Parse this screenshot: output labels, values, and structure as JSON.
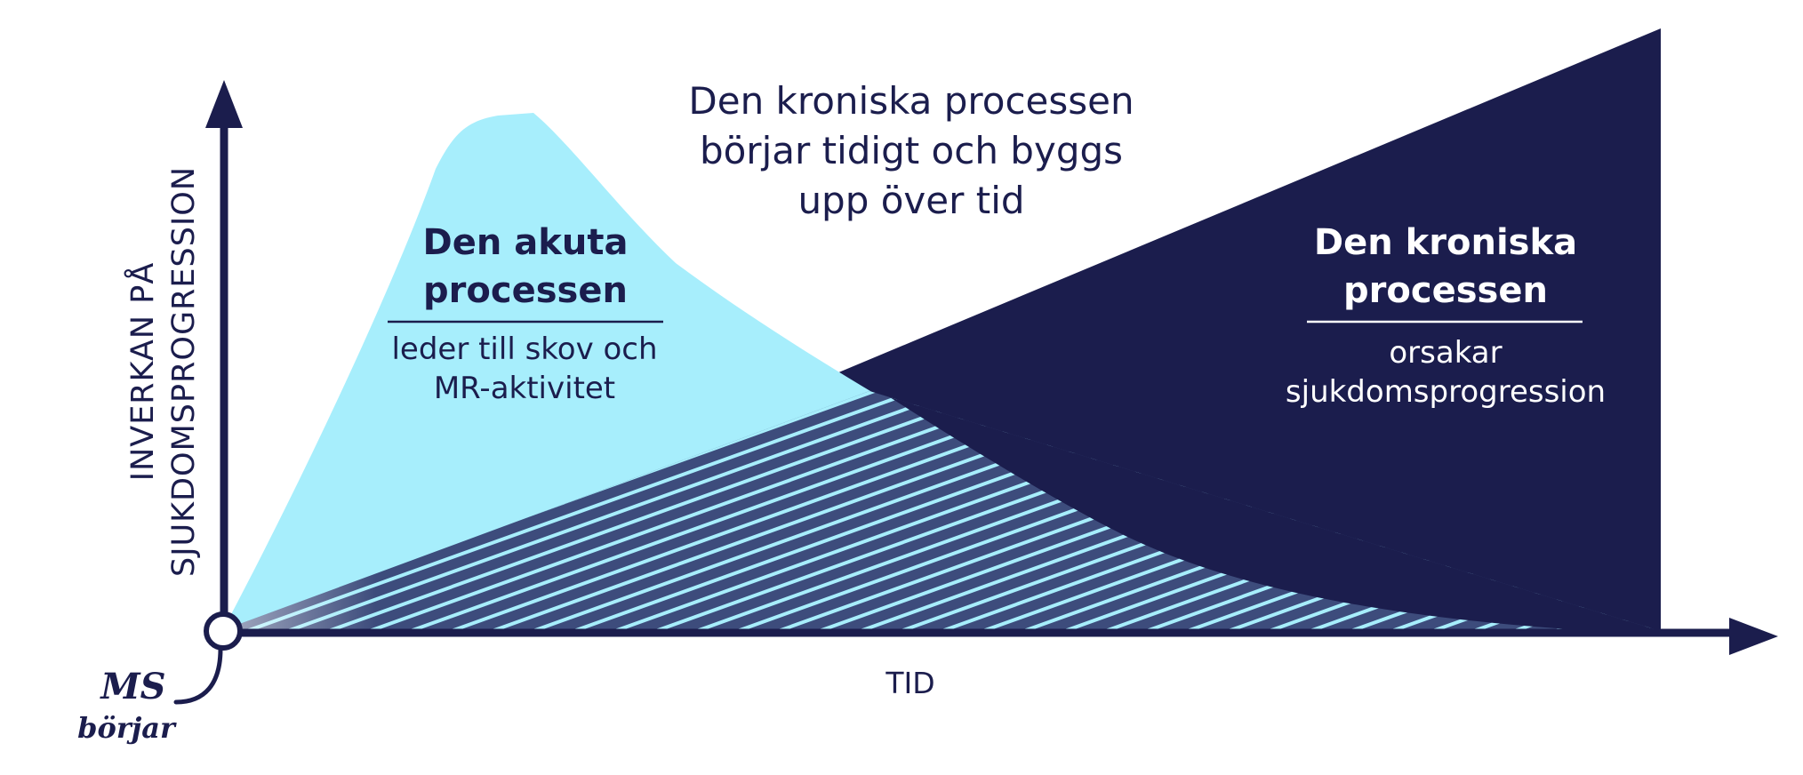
{
  "axes": {
    "y_label_line1": "INVERKAN PÅ",
    "y_label_line2": "SJUKDOMSPROGRESSION",
    "x_label": "TID"
  },
  "origin_note": {
    "line1": "MS",
    "line2": "börjar"
  },
  "center_text": {
    "line1": "Den kroniska processen",
    "line2": "börjar tidigt och byggs",
    "line3": "upp över tid"
  },
  "acute": {
    "title_line1": "Den akuta",
    "title_line2": "processen",
    "desc_line1": "leder till skov och",
    "desc_line2": "MR-aktivitet"
  },
  "chronic": {
    "title_line1": "Den kroniska",
    "title_line2": "processen",
    "desc_line1": "orsakar",
    "desc_line2": "sjukdomsprogression"
  },
  "colors": {
    "navy": "#1b1d4d",
    "acute_cyan": "#a7eefc",
    "hatch_navy": "#3d4c7c",
    "stripe_cyan": "#a7eefc"
  }
}
